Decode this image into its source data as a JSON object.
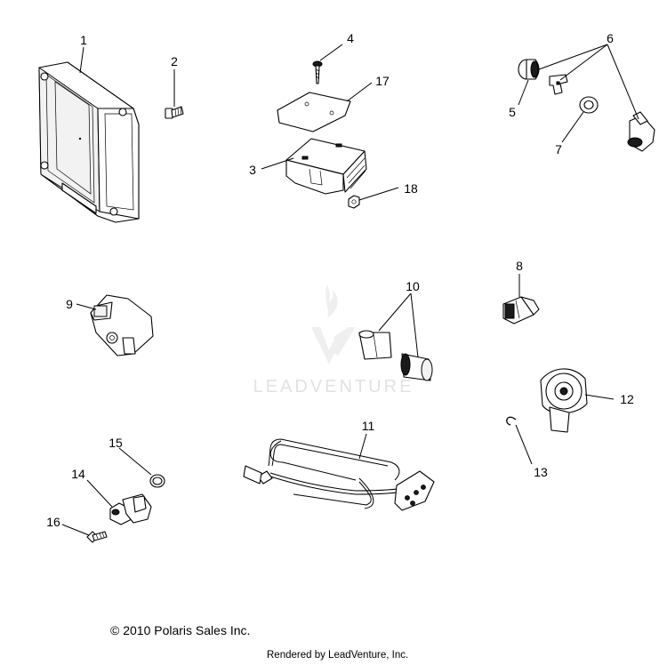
{
  "watermark": {
    "text": "LEADVENTURE"
  },
  "callouts": [
    {
      "id": "1",
      "label": "1"
    },
    {
      "id": "2",
      "label": "2"
    },
    {
      "id": "3",
      "label": "3"
    },
    {
      "id": "4",
      "label": "4"
    },
    {
      "id": "5",
      "label": "5"
    },
    {
      "id": "6",
      "label": "6"
    },
    {
      "id": "7",
      "label": "7"
    },
    {
      "id": "8",
      "label": "8"
    },
    {
      "id": "9",
      "label": "9"
    },
    {
      "id": "10",
      "label": "10"
    },
    {
      "id": "11",
      "label": "11"
    },
    {
      "id": "12",
      "label": "12"
    },
    {
      "id": "13",
      "label": "13"
    },
    {
      "id": "14",
      "label": "14"
    },
    {
      "id": "15",
      "label": "15"
    },
    {
      "id": "16",
      "label": "16"
    },
    {
      "id": "17",
      "label": "17"
    },
    {
      "id": "18",
      "label": "18"
    }
  ],
  "footer": {
    "copyright": "© 2010 Polaris Sales Inc.",
    "rendered_by": "Rendered by LeadVenture, Inc."
  }
}
